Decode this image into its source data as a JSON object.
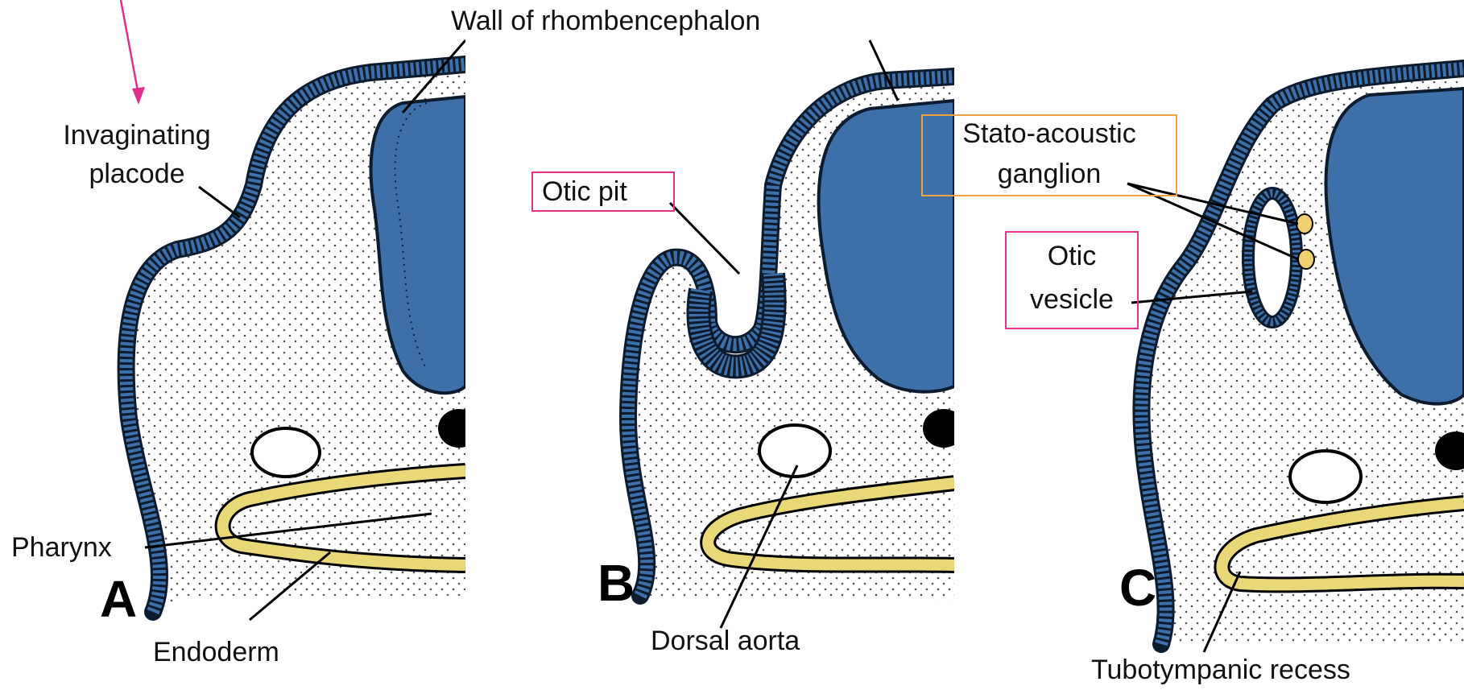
{
  "labels": {
    "wall": "Wall of rhombencephalon",
    "invaginating_1": "Invaginating",
    "invaginating_2": "placode",
    "pharynx": "Pharynx",
    "endoderm": "Endoderm",
    "otic_pit": "Otic pit",
    "dorsal_aorta": "Dorsal aorta",
    "stato_1": "Stato-acoustic",
    "stato_2": "ganglion",
    "otic_vesicle_1": "Otic",
    "otic_vesicle_2": "vesicle",
    "tubotympanic": "Tubotympanic recess"
  },
  "panels": {
    "a": "A",
    "b": "B",
    "c": "C"
  },
  "colors": {
    "ectoderm": "#3d6fa8",
    "ectoderm_dark": "#0d1b2e",
    "endoderm": "#e8d878",
    "ganglion": "#f0d070",
    "annotation_magenta": "#e0308a",
    "annotation_orange": "#f0a040",
    "stipple": "#555555"
  }
}
